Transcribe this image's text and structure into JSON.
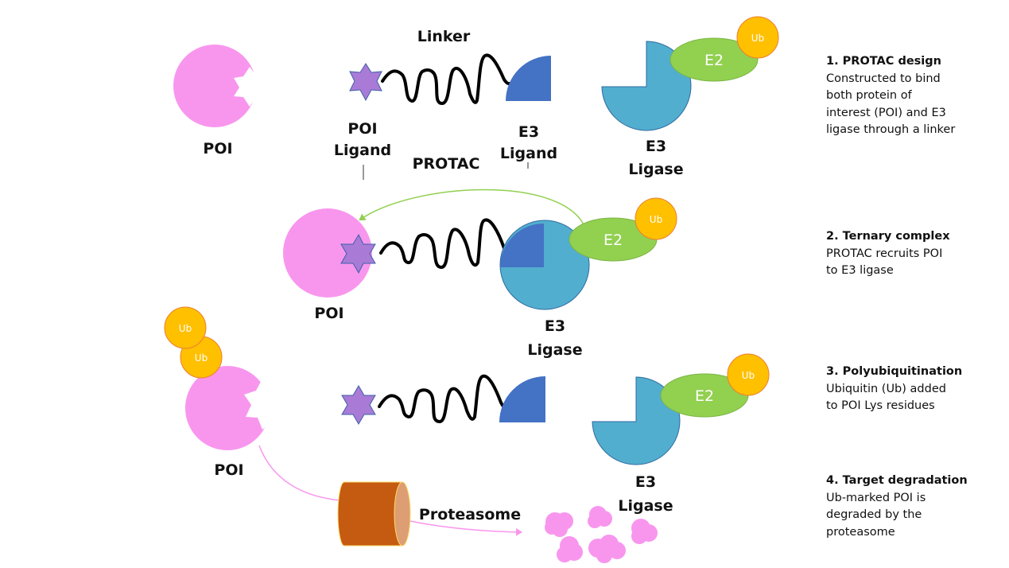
{
  "colors": {
    "poi": "#f896ee",
    "poi_ligand": "#a97bd6",
    "poi_ligand_stroke": "#3f5fa8",
    "e3_ligand": "#4472c4",
    "e3_ligase": "#52aecf",
    "e3_ligase_stroke": "#2e6aa0",
    "e2": "#92d050",
    "e2_stroke": "#7bb544",
    "ub": "#ffc000",
    "ub_stroke": "#ed7d31",
    "linker": "#000000",
    "proteasome_body": "#c55a11",
    "proteasome_face": "#dd9e74",
    "proteasome_stroke": "#ffd966",
    "recruit_arrow": "#92d050",
    "degradation_arrow": "#f896ee"
  },
  "labels": {
    "linker": "Linker",
    "poi": "POI",
    "poi_ligand_line1": "POI",
    "poi_ligand_line2": "Ligand",
    "e3_ligand_line1": "E3",
    "e3_ligand_line2": "Ligand",
    "protac": "PROTAC",
    "e3_ligase_line1": "E3",
    "e3_ligase_line2": "Ligase",
    "e2": "E2",
    "ub": "Ub",
    "proteasome": "Proteasome"
  },
  "steps": [
    {
      "title": "1. PROTAC design",
      "description": "Constructed to bind\nboth protein of\ninterest (POI) and E3\nligase through a linker"
    },
    {
      "title": "2. Ternary complex",
      "description": "PROTAC recruits POI\nto E3 ligase"
    },
    {
      "title": "3. Polyubiquitination",
      "description": "Ubiquitin (Ub) added\nto POI Lys residues"
    },
    {
      "title": "4. Target degradation",
      "description": "Ub-marked POI is\ndegraded by the\nproteasome"
    }
  ]
}
